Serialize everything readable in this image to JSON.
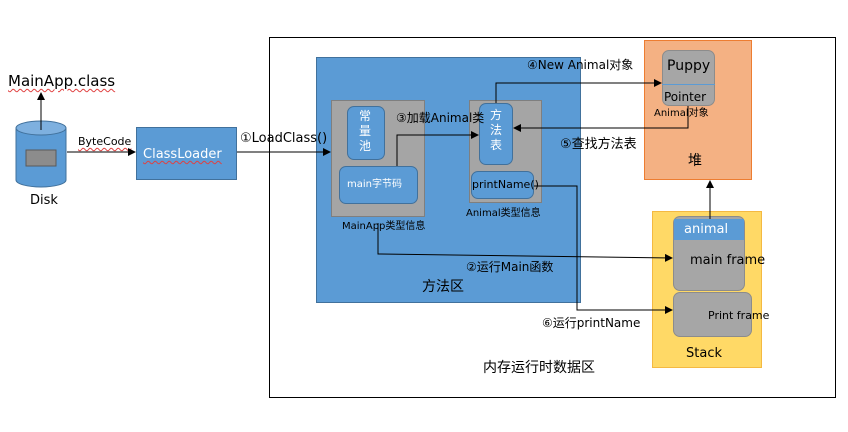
{
  "disk": {
    "file_label": "MainApp.class",
    "label": "Disk"
  },
  "bytecode_label": "ByteCode",
  "classloader_label": "ClassLoader",
  "steps": {
    "load_class": "①LoadClass()",
    "run_main": "②运行Main函数",
    "load_animal": "③加载Animal类",
    "new_animal": "④New Animal对象",
    "find_method": "⑤查找方法表",
    "run_printname": "⑥运行printName"
  },
  "runtime_area": {
    "title": "内存运行时数据区"
  },
  "method_area": {
    "title": "方法区",
    "mainapp_info": {
      "caption": "MainApp类型信息",
      "constant_pool": "常\n量\n池",
      "main_bytecode": "main字节码"
    },
    "animal_info": {
      "caption": "Animal类型信息",
      "method_table": "方\n法\n表",
      "printname": "printName()"
    }
  },
  "heap": {
    "title": "堆",
    "object_caption": "Animal对象",
    "puppy": "Puppy",
    "pointer": "Pointer"
  },
  "stack": {
    "title": "Stack",
    "animal_var": "animal",
    "main_frame": "main frame",
    "print_frame": "Print frame"
  },
  "colors": {
    "blue_box": "#5b9bd5",
    "heap_fill": "#f4b183",
    "stack_fill": "#ffd966",
    "grey_box": "#a5a5a5"
  }
}
